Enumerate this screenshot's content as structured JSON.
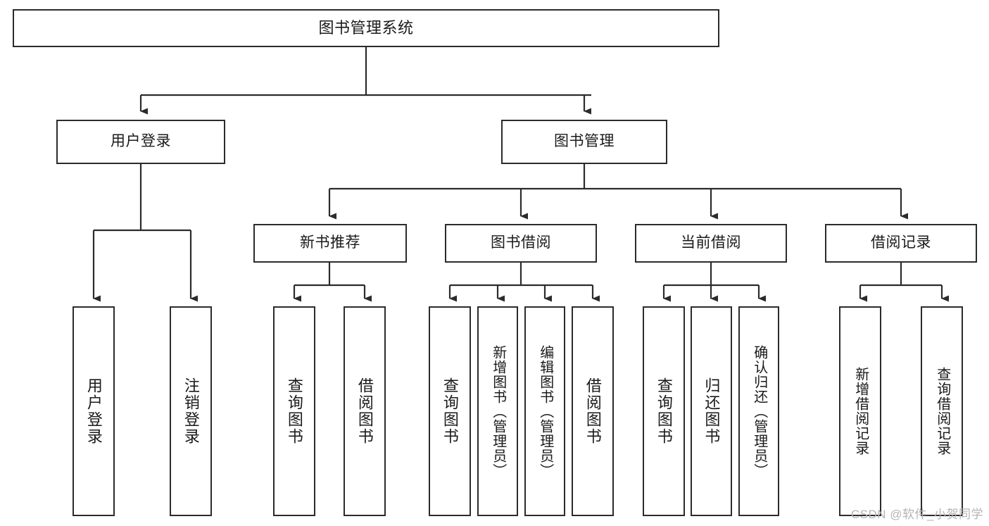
{
  "diagram": {
    "title": "图书管理系统",
    "watermark": "CSDN @软件_小贺同学",
    "line_color": "#2b2b2b",
    "box_fill": "#ffffff",
    "text_color": "#1a1a1a",
    "watermark_color": "#b4b4b4"
  },
  "nodes": {
    "root": {
      "label": "图书管理系统"
    },
    "level2": [
      {
        "id": "user-login",
        "label": "用户登录"
      },
      {
        "id": "book-management",
        "label": "图书管理"
      }
    ],
    "level3": [
      {
        "id": "new-book-recommend",
        "label": "新书推荐"
      },
      {
        "id": "book-borrow",
        "label": "图书借阅"
      },
      {
        "id": "current-borrow",
        "label": "当前借阅"
      },
      {
        "id": "borrow-record",
        "label": "借阅记录"
      }
    ],
    "leaves": {
      "user_login": [
        {
          "id": "leaf-user-login",
          "label": "用户登录"
        },
        {
          "id": "leaf-logout",
          "label": "注销登录"
        }
      ],
      "new_book_recommend": [
        {
          "id": "leaf-query-book-1",
          "label": "查询图书"
        },
        {
          "id": "leaf-borrow-book-1",
          "label": "借阅图书"
        }
      ],
      "book_borrow": [
        {
          "id": "leaf-query-book-2",
          "label": "查询图书"
        },
        {
          "id": "leaf-add-book",
          "label": "新增图书（管理员）"
        },
        {
          "id": "leaf-edit-book",
          "label": "编辑图书（管理员）"
        },
        {
          "id": "leaf-borrow-book-2",
          "label": "借阅图书"
        }
      ],
      "current_borrow": [
        {
          "id": "leaf-query-book-3",
          "label": "查询图书"
        },
        {
          "id": "leaf-return-book",
          "label": "归还图书"
        },
        {
          "id": "leaf-confirm-return",
          "label": "确认归还（管理员）"
        }
      ],
      "borrow_record": [
        {
          "id": "leaf-add-record",
          "label": "新增借阅记录"
        },
        {
          "id": "leaf-query-record",
          "label": "查询借阅记录"
        }
      ]
    }
  },
  "chart_data": {
    "type": "diagram",
    "diagram_kind": "function-tree",
    "title": "图书管理系统",
    "orientation": "top-down",
    "levels": 4,
    "tree": {
      "name": "图书管理系统",
      "children": [
        {
          "name": "用户登录",
          "children": [
            {
              "name": "用户登录"
            },
            {
              "name": "注销登录"
            }
          ]
        },
        {
          "name": "图书管理",
          "children": [
            {
              "name": "新书推荐",
              "children": [
                {
                  "name": "查询图书"
                },
                {
                  "name": "借阅图书"
                }
              ]
            },
            {
              "name": "图书借阅",
              "children": [
                {
                  "name": "查询图书"
                },
                {
                  "name": "新增图书（管理员）"
                },
                {
                  "name": "编辑图书（管理员）"
                },
                {
                  "name": "借阅图书"
                }
              ]
            },
            {
              "name": "当前借阅",
              "children": [
                {
                  "name": "查询图书"
                },
                {
                  "name": "归还图书"
                },
                {
                  "name": "确认归还（管理员）"
                }
              ]
            },
            {
              "name": "借阅记录",
              "children": [
                {
                  "name": "新增借阅记录"
                },
                {
                  "name": "查询借阅记录"
                }
              ]
            }
          ]
        }
      ]
    }
  }
}
